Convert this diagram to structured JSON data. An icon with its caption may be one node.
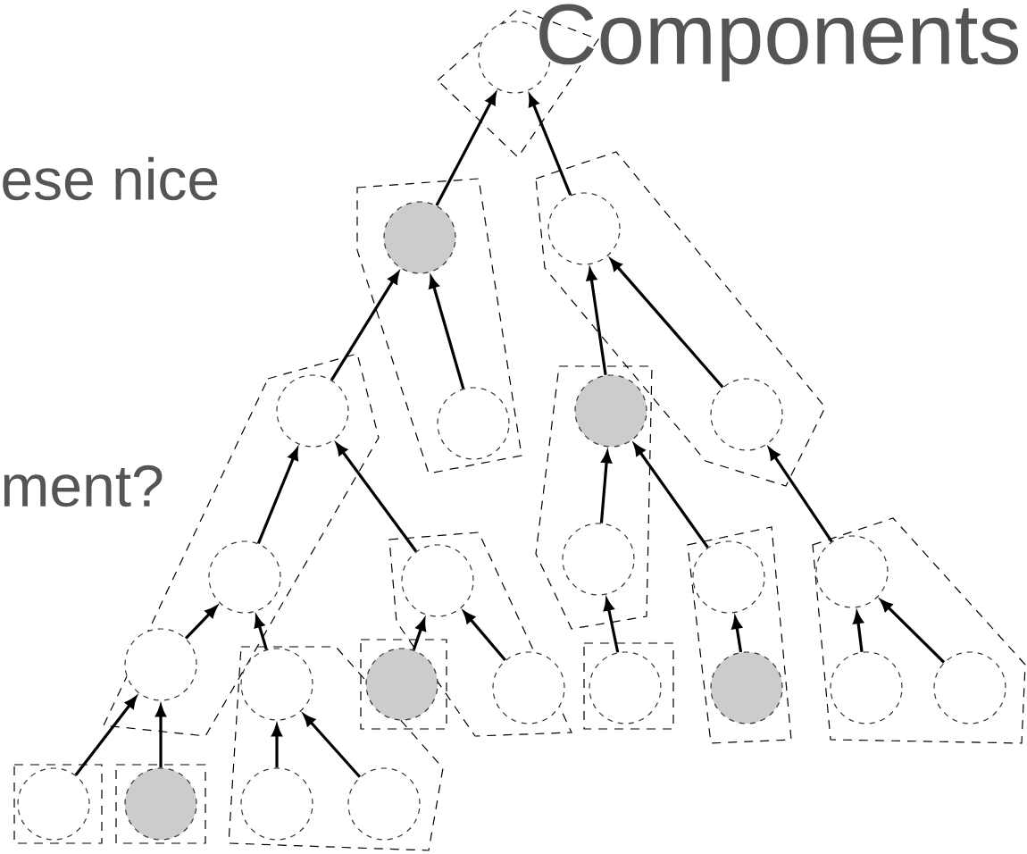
{
  "diagram": {
    "title": "Components",
    "nodes": [
      {
        "text": [],
        "shape": "circle"
      },
      {
        "text": [],
        "shape": "circle"
      },
      {
        "text": [],
        "shape": "circle"
      },
      {
        "text": [],
        "shape": "circle"
      },
      {
        "text": [],
        "shape": "circle"
      },
      {
        "text": [],
        "shape": "circle"
      },
      {
        "text": [],
        "shape": "circle"
      },
      {
        "text": [],
        "shape": "circle"
      },
      {
        "text": [],
        "shape": "circle"
      },
      {
        "text": [],
        "shape": "circle"
      },
      {
        "text": [],
        "shape": "circle"
      },
      {
        "text": [],
        "shape": "circle"
      },
      {
        "text": [],
        "shape": "circle"
      },
      {
        "text": [],
        "shape": "circle"
      },
      {
        "text": [],
        "shape": "circle"
      },
      {
        "text": [],
        "shape": "circle"
      },
      {
        "text": [],
        "shape": "circle"
      },
      {
        "text": [],
        "shape": "circle"
      },
      {
        "text": [],
        "shape": "circle"
      },
      {
        "text": [],
        "shape": "circle"
      },
      {
        "text": [],
        "shape": "circle"
      },
      {
        "text": [],
        "shape": "circle"
      },
      {
        "text": [],
        "shape": "circle"
      },
      {
        "text": [],
        "shape": "circle"
      }
    ],
    "edges": [
      {
        "from": 1,
        "to": 0,
        "arrow": "to"
      },
      {
        "from": 2,
        "to": 0,
        "arrow": "to"
      },
      {
        "from": 3,
        "to": 1,
        "arrow": "to"
      },
      {
        "from": 4,
        "to": 1,
        "arrow": "to"
      },
      {
        "from": 5,
        "to": 2,
        "arrow": "to"
      },
      {
        "from": 6,
        "to": 2,
        "arrow": "to"
      },
      {
        "from": 7,
        "to": 3,
        "arrow": "to"
      },
      {
        "from": 8,
        "to": 3,
        "arrow": "to"
      },
      {
        "from": 9,
        "to": 5,
        "arrow": "to"
      },
      {
        "from": 10,
        "to": 5,
        "arrow": "to"
      },
      {
        "from": 11,
        "to": 6,
        "arrow": "to"
      },
      {
        "from": 12,
        "to": 7,
        "arrow": "to"
      },
      {
        "from": 13,
        "to": 7,
        "arrow": "to"
      },
      {
        "from": 14,
        "to": 8,
        "arrow": "to"
      },
      {
        "from": 15,
        "to": 8,
        "arrow": "to"
      },
      {
        "from": 16,
        "to": 9,
        "arrow": "to"
      },
      {
        "from": 17,
        "to": 10,
        "arrow": "to"
      },
      {
        "from": 18,
        "to": 11,
        "arrow": "to"
      },
      {
        "from": 19,
        "to": 11,
        "arrow": "to"
      },
      {
        "from": 20,
        "to": 12,
        "arrow": "to"
      },
      {
        "from": 21,
        "to": 12,
        "arrow": "to"
      },
      {
        "from": 22,
        "to": 13,
        "arrow": "to"
      },
      {
        "from": 23,
        "to": 13,
        "arrow": "to"
      }
    ],
    "labels": [
      "ese nice",
      "ment?"
    ]
  }
}
